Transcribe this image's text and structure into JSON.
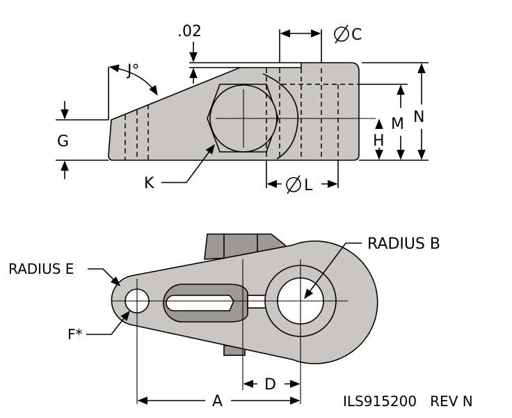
{
  "labels": {
    "dim_02": ".02",
    "dim_c": "C",
    "dim_j": "J°",
    "dim_g": "G",
    "dim_h": "H",
    "dim_m": "M",
    "dim_n": "N",
    "dim_k": "K",
    "dim_l": "L",
    "radius_b": "RADIUS B",
    "radius_e": "RADIUS E",
    "dim_f": "F*",
    "dim_d": "D",
    "dim_a": "A",
    "part_number": "ILS915200   REV N"
  },
  "colors": {
    "part_fill": "#c9c7c4",
    "part_shadow": "#9d9a96",
    "line": "#000000"
  }
}
